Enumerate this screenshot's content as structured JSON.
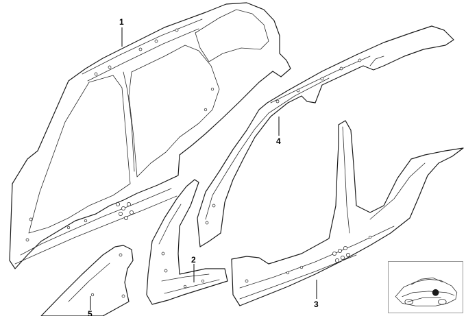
{
  "diagram": {
    "callouts": [
      {
        "id": "1",
        "label": "1"
      },
      {
        "id": "2",
        "label": "2"
      },
      {
        "id": "3",
        "label": "3"
      },
      {
        "id": "4",
        "label": "4"
      },
      {
        "id": "5",
        "label": "5"
      }
    ]
  },
  "colors": {
    "line": "#1a1a1a",
    "background": "#ffffff",
    "thumbnail_border": "#9a9a9a",
    "marker": "#000000"
  }
}
